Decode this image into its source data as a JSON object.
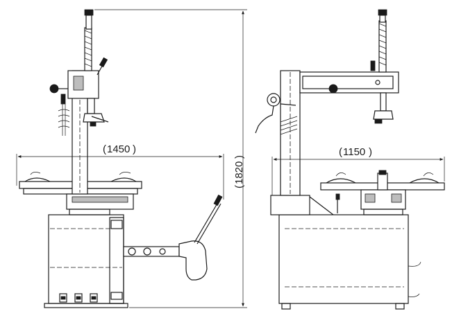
{
  "dimensions": {
    "front_width": "1450",
    "side_width": "1150",
    "height": "1820"
  },
  "parenthesized": true
}
